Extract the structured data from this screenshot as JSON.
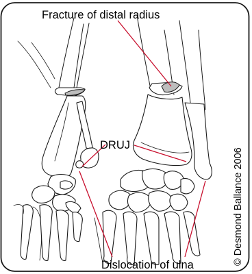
{
  "diagram": {
    "labels": {
      "fracture": "Fracture of distal radius",
      "druj": "DRUJ",
      "dislocation": "Dislocation of ulna"
    },
    "copyright": "© Desmond Ballance 2006",
    "colors": {
      "leader": "#c8102e",
      "outline": "#1a1a1a",
      "fracture_fill": "#bdbdbd",
      "frame": "#1a1a1a"
    }
  }
}
